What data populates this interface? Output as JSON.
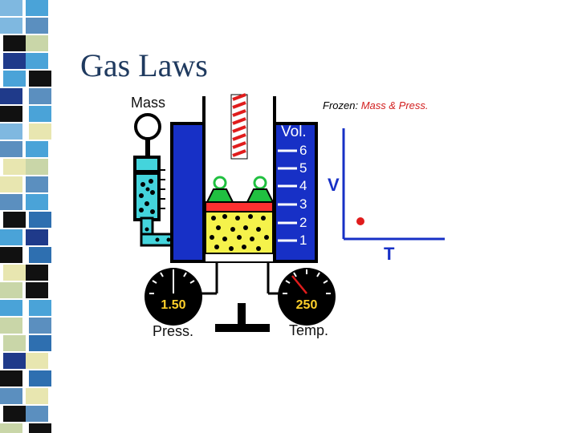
{
  "slide": {
    "title": "Gas Laws"
  },
  "diagram": {
    "mass_label": "Mass",
    "frozen_prefix": "Frozen:",
    "frozen_mass": "Mass",
    "frozen_press": "& Press.",
    "volume_label": "Vol.",
    "volume_ticks": [
      "6",
      "5",
      "4",
      "3",
      "2",
      "1"
    ],
    "press_label": "Press.",
    "press_value": "1.50",
    "temp_label": "Temp.",
    "temp_value": "250",
    "graph_y_label": "V",
    "graph_x_label": "T"
  },
  "colors": {
    "accent": "#1730c6",
    "gas": "#f5f24b",
    "piston": "#ff3030",
    "syringe": "#44d4dc",
    "valve": "#20c040",
    "gauge_text": "#ffd02a",
    "title": "#1f3a5f"
  }
}
